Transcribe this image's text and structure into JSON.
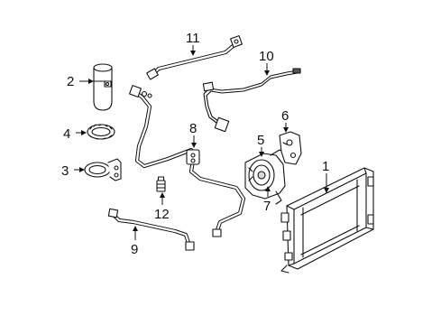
{
  "diagram": {
    "callouts": [
      {
        "id": "1",
        "label": "1"
      },
      {
        "id": "2",
        "label": "2"
      },
      {
        "id": "3",
        "label": "3"
      },
      {
        "id": "4",
        "label": "4"
      },
      {
        "id": "5",
        "label": "5"
      },
      {
        "id": "6",
        "label": "6"
      },
      {
        "id": "7",
        "label": "7"
      },
      {
        "id": "8",
        "label": "8"
      },
      {
        "id": "9",
        "label": "9"
      },
      {
        "id": "10",
        "label": "10"
      },
      {
        "id": "11",
        "label": "11"
      },
      {
        "id": "12",
        "label": "12"
      }
    ]
  },
  "colors": {
    "line": "#111111",
    "background": "#ffffff"
  }
}
